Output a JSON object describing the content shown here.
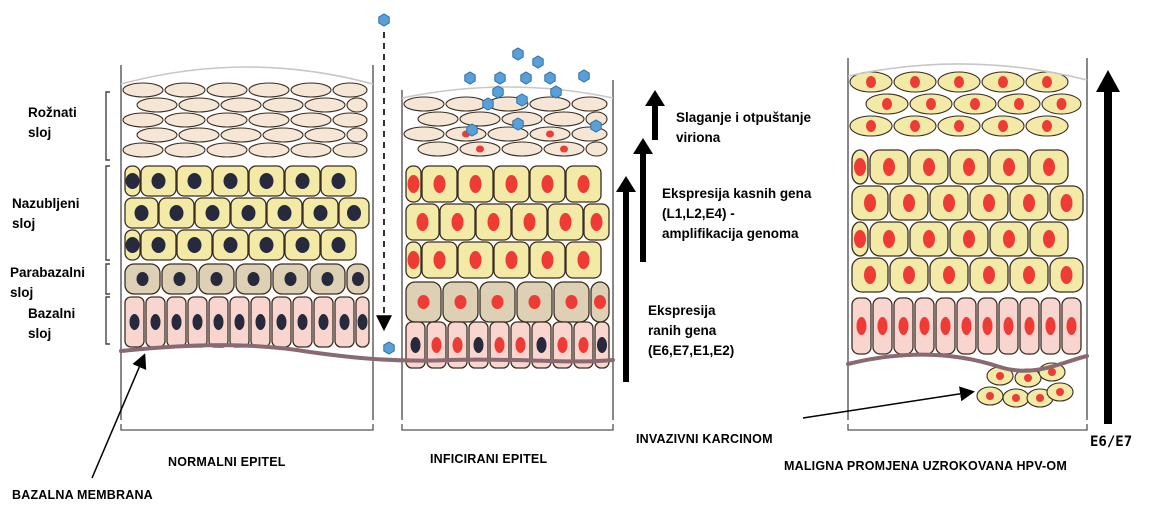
{
  "layers": {
    "keratin": [
      "Rožnati",
      "sloj"
    ],
    "spinous": [
      "Nazubljeni",
      "sloj"
    ],
    "parabasal": [
      "Parabazalni",
      "sloj"
    ],
    "basal": [
      "Bazalni",
      "sloj"
    ]
  },
  "stages": {
    "assembly": [
      "Slaganje i otpuštanje",
      "viriona"
    ],
    "late": [
      "Ekspresija kasnih gena",
      "(L1,L2,E4) -",
      "amplifikacija genoma"
    ],
    "early": [
      "Ekspresija",
      "ranih gena",
      "(E6,E7,E1,E2)"
    ]
  },
  "e6e7_label": "E6/E7",
  "captions": {
    "normal": "NORMALNI EPITEL",
    "infected": "INFICIRANI EPITEL",
    "invasive": "INVAZIVNI KARCINOM",
    "malignant": "MALIGNA PROMJENA UZROKOVANA HPV-OM",
    "basement": "BAZALNA MEMBRANA"
  },
  "colors": {
    "keratin_cell": "#f5e6d6",
    "spinous_cell": "#f3eaa8",
    "parabasal_cell": "#ded0b5",
    "basal_cell": "#f8d6cf",
    "nucleus_normal": "#262a3c",
    "nucleus_infected": "#ef3b35",
    "virion": "#5aa0d8",
    "basement_membrane": "#8a6a72",
    "cell_outline": "#3a2e22"
  }
}
